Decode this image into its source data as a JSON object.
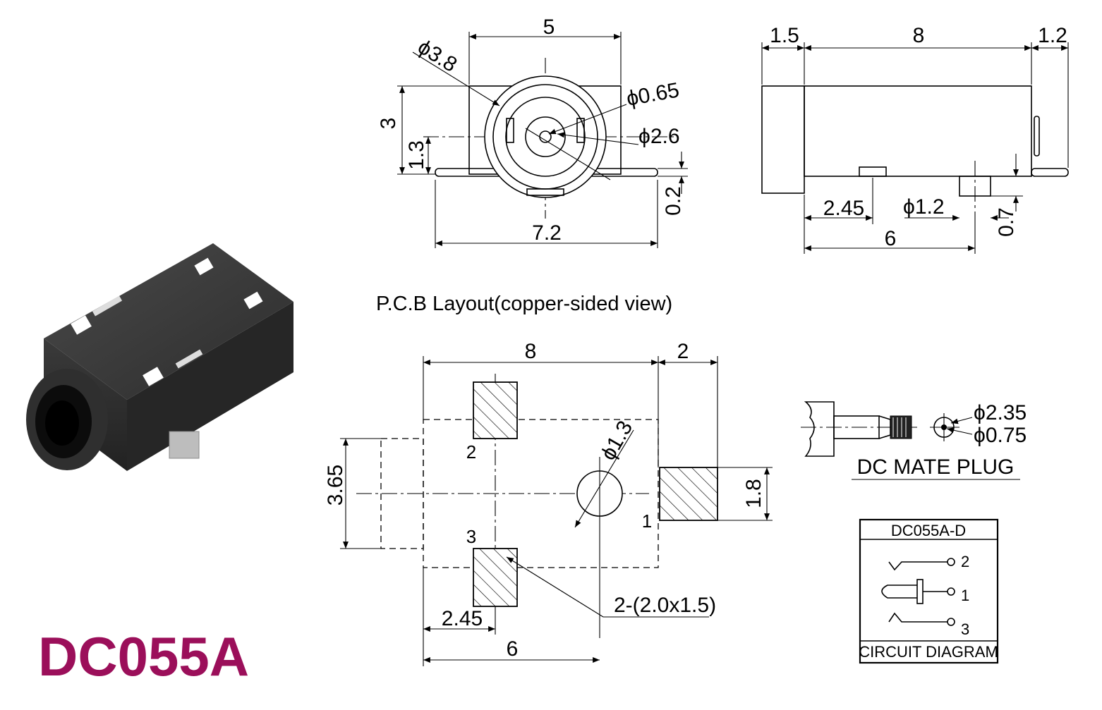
{
  "part_number": "DC055A",
  "colors": {
    "title": "#9b0f5a",
    "lines": "#000000",
    "housing": "#333333"
  },
  "front_view": {
    "width_top": "5",
    "outer_diameter": "3.8",
    "pin_diameter": "0.65",
    "inner_diameter": "2.6",
    "height": "3",
    "center_height": "1.3",
    "tab_thickness": "0.2",
    "overall_width": "7.2"
  },
  "side_view": {
    "front_flange": "1.5",
    "body_length": "8",
    "rear_offset": "1.2",
    "pad_offset": "2.45",
    "peg_diameter": "1.2",
    "peg_length": "0.7",
    "peg_offset": "6"
  },
  "pcb": {
    "caption": "P.C.B Layout(copper-sided view)",
    "body_length": "8",
    "front_extension": "2",
    "hole_diameter": "1.3",
    "width": "3.65",
    "pad1_height": "1.8",
    "pin_labels": [
      "2",
      "3",
      "1"
    ],
    "pad_note": "2-(2.0x1.5)",
    "pad_offset": "2.45",
    "hole_offset": "6"
  },
  "mate_plug": {
    "title": "DC MATE PLUG",
    "outer_diameter": "2.35",
    "inner_diameter": "0.75"
  },
  "circuit": {
    "model": "DC055A-D",
    "pins": [
      "2",
      "1",
      "3"
    ],
    "caption": "CIRCUIT DIAGRAM"
  },
  "phi_symbol": "ϕ"
}
